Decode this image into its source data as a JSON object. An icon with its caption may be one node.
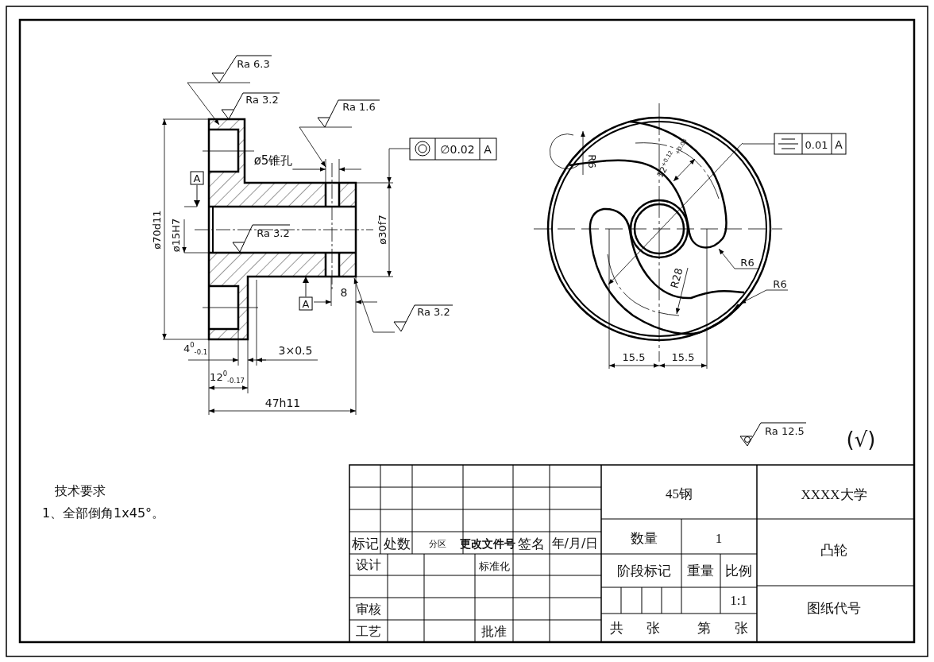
{
  "diagram": {
    "nodes": [
      {
        "text": [
          "ø5锥孔"
        ]
      },
      {
        "text": [
          "A"
        ]
      },
      {
        "text": [
          "A"
        ]
      }
    ],
    "edges": [
      {
        "from": 0,
        "to": null,
        "arrow": "to"
      },
      {
        "from": 1,
        "to": null,
        "arrow": "to"
      },
      {
        "from": 2,
        "to": null,
        "arrow": "to"
      }
    ],
    "labels": [
      "Ra 6.3",
      "Ra 3.2",
      "Ra 1.6",
      "ø70d11",
      "ø15H7",
      "Ra 3.2",
      "ø30f7",
      "∅0.02",
      "A",
      "8",
      "Ra 3.2",
      "4$^{0}$$_{-0.1}$",
      "3×0.5",
      "12$^{0}$$_{-0.17}$",
      "47h11",
      "R6",
      "12$^{+0.12}$$_{+0.04}$",
      "0.01",
      "A",
      "R6",
      "R28",
      "R6",
      "15.5",
      "15.5",
      "Ra 12.5",
      "(√)",
      "技术要求",
      "1、全部倒角1x45°。",
      "45钢",
      "XXXX大学",
      "标记",
      "处数",
      "分区",
      "更改文件号",
      "签名",
      "年/月/日",
      "数量",
      "1",
      "凸轮",
      "设计",
      "标准化",
      "阶段标记",
      "重量",
      "比例",
      "1:1",
      "审核",
      "图纸代号",
      "工艺",
      "批准",
      "共",
      "张",
      "第",
      "张"
    ]
  }
}
